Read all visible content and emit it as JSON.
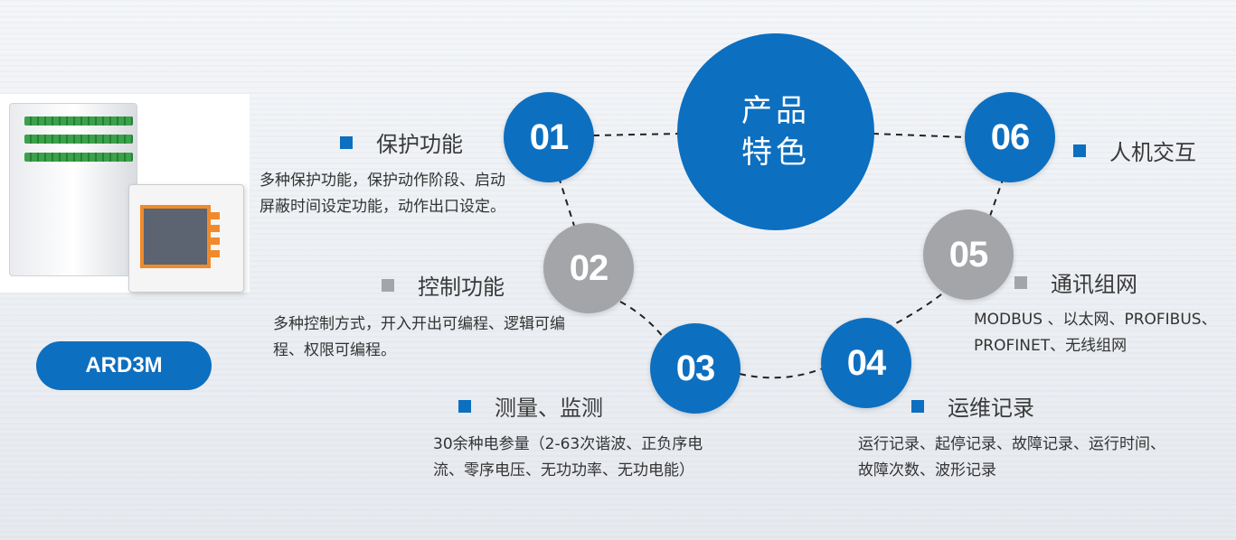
{
  "product": {
    "model": "ARD3M"
  },
  "center": {
    "line1": "产品",
    "line2": "特色"
  },
  "features": [
    {
      "number": "01",
      "title": "保护功能",
      "description": "多种保护功能，保护动作阶段、启动屏蔽时间设定功能，动作出口设定。"
    },
    {
      "number": "02",
      "title": "控制功能",
      "description": "多种控制方式，开入开出可编程、逻辑可编程、权限可编程。"
    },
    {
      "number": "03",
      "title": "测量、监测",
      "description": "30余种电参量（2-63次谐波、正负序电流、零序电压、无功功率、无功电能）"
    },
    {
      "number": "04",
      "title": "运维记录",
      "description": "运行记录、起停记录、故障记录、运行时间、故障次数、波形记录"
    },
    {
      "number": "05",
      "title": "通讯组网",
      "description": "MODBUS 、以太网、PROFIBUS、PROFINET、无线组网"
    },
    {
      "number": "06",
      "title": "人机交互"
    }
  ],
  "colors": {
    "accent_blue": "#0d6fc0",
    "accent_gray": "#a3a5a8"
  }
}
